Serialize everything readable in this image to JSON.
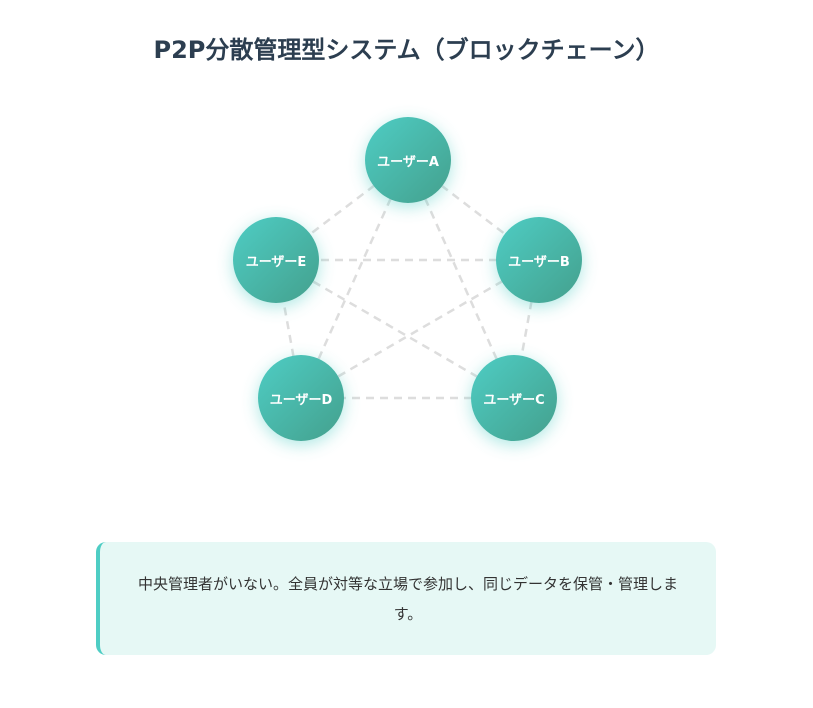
{
  "title": "P2P分散管理型システム（ブロックチェーン）",
  "nodes": [
    {
      "id": "A",
      "label": "ユーザーA"
    },
    {
      "id": "B",
      "label": "ユーザーB"
    },
    {
      "id": "C",
      "label": "ユーザーC"
    },
    {
      "id": "D",
      "label": "ユーザーD"
    },
    {
      "id": "E",
      "label": "ユーザーE"
    }
  ],
  "edges": [
    [
      "A",
      "B"
    ],
    [
      "A",
      "C"
    ],
    [
      "A",
      "D"
    ],
    [
      "A",
      "E"
    ],
    [
      "B",
      "C"
    ],
    [
      "B",
      "D"
    ],
    [
      "B",
      "E"
    ],
    [
      "C",
      "D"
    ],
    [
      "C",
      "E"
    ],
    [
      "D",
      "E"
    ]
  ],
  "description": "中央管理者がいない。全員が対等な立場で参加し、同じデータを保管・管理します。",
  "colors": {
    "node_start": "#4ecdc4",
    "node_end": "#44a08d",
    "edge": "#dddddd",
    "accent": "#4ecdc4"
  }
}
